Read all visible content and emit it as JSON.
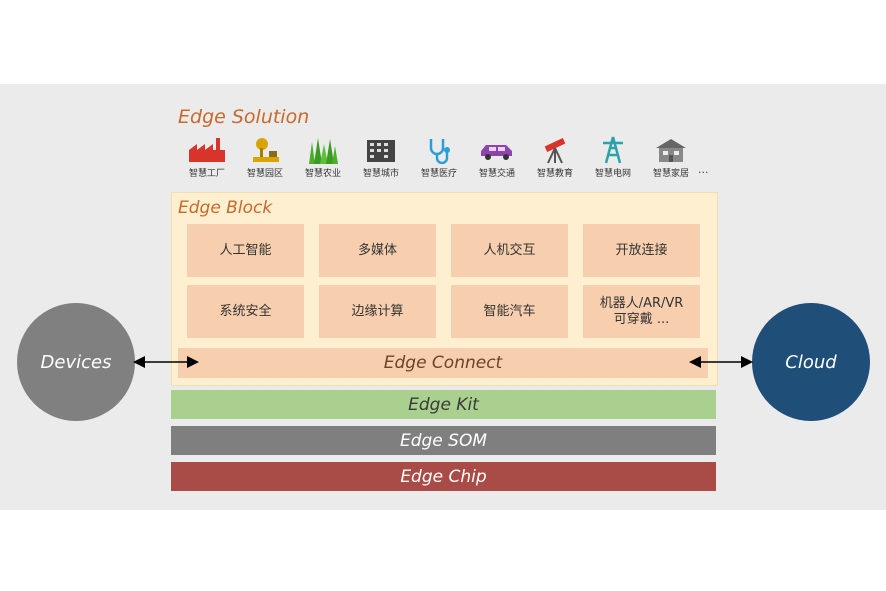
{
  "solution": {
    "title": "Edge Solution",
    "icons": [
      {
        "label": "智慧工厂",
        "icon": "factory-icon",
        "color": "#d9342b"
      },
      {
        "label": "智慧园区",
        "icon": "park-icon",
        "color": "#d9a400"
      },
      {
        "label": "智慧农业",
        "icon": "grass-icon",
        "color": "#4caf2a"
      },
      {
        "label": "智慧城市",
        "icon": "building-icon",
        "color": "#444444"
      },
      {
        "label": "智慧医疗",
        "icon": "stethoscope-icon",
        "color": "#2a9fd6"
      },
      {
        "label": "智慧交通",
        "icon": "car-icon",
        "color": "#8e44ad"
      },
      {
        "label": "智慧教育",
        "icon": "telescope-icon",
        "color": "#d9342b"
      },
      {
        "label": "智慧电网",
        "icon": "power-tower-icon",
        "color": "#2aa4a8"
      },
      {
        "label": "智慧家居",
        "icon": "house-icon",
        "color": "#666666"
      }
    ],
    "more": "···"
  },
  "block": {
    "title": "Edge Block",
    "cells": [
      "人工智能",
      "多媒体",
      "人机交互",
      "开放连接",
      "系统安全",
      "边缘计算",
      "智能汽车",
      "机器人/AR/VR\n可穿戴 ..."
    ]
  },
  "connect": "Edge Connect",
  "kit": "Edge Kit",
  "som": "Edge SOM",
  "chip": "Edge Chip",
  "devices": "Devices",
  "cloud": "Cloud",
  "colors": {
    "accent": "#c8692a",
    "cell": "#f7cfae",
    "block_bg": "#fdefcf",
    "kit": "#a9d08e",
    "som": "#7f7f7f",
    "chip": "#a94b46",
    "devices": "#808080",
    "cloud": "#1f4e79"
  }
}
